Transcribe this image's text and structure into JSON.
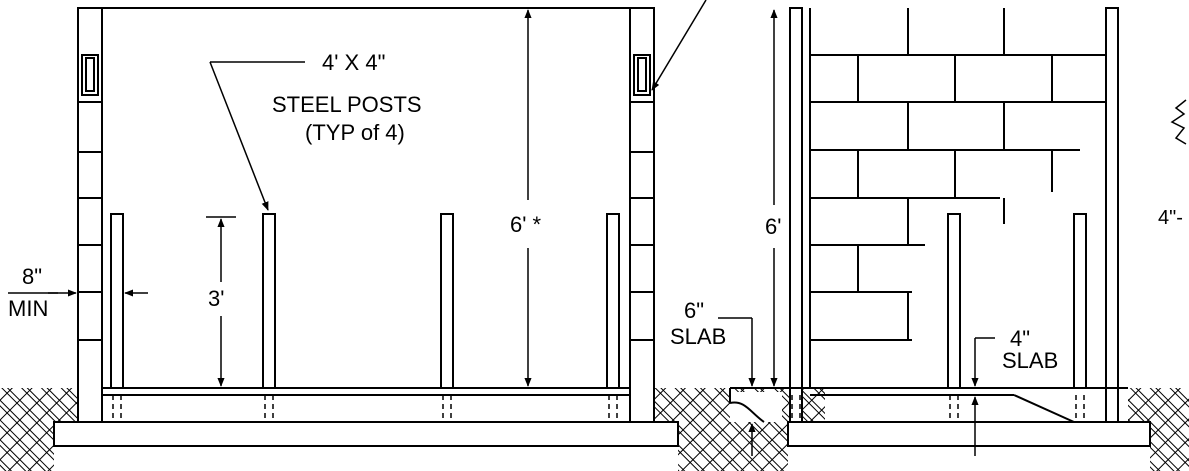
{
  "labels": {
    "posts_size": "4' X 4\"",
    "posts_name": "STEEL POSTS",
    "posts_count": "(TYP of 4)",
    "height_left": "6' *",
    "post_height": "3'",
    "min_top": "8\"",
    "min_bottom": "MIN",
    "height_right": "6'",
    "slab6_top": "6\"",
    "slab6_bottom": "SLAB",
    "slab4_top": "4\"",
    "slab4_bottom": "SLAB",
    "edge_text": "4\"-"
  }
}
